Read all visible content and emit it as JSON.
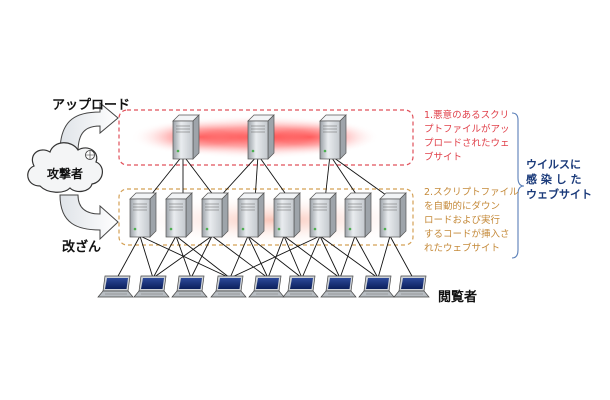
{
  "labels": {
    "upload": "アップロード",
    "tamper": "改ざん",
    "attacker": "攻撃者",
    "viewers": "閲覧者"
  },
  "notes": {
    "top": "1.悪意のあるスクリ\nプトファイルがアッ\nプロードされたウェ\nブサイト",
    "middle": "2.スクリプトファイル\nを自動的にダウン\nロードおよび実行\nするコードが挿入さ\nれたウェブサイト",
    "side": "ウイルスに\n感 染 し た\nウェブサイト"
  },
  "colors": {
    "top_box": "#e0505a",
    "top_glow": "#ff3b3b",
    "middle_box": "#d4a055",
    "middle_glow": "#f7c9b0",
    "side_text": "#1a3a7a"
  },
  "diagram": {
    "top_servers": 3,
    "middle_servers": 8,
    "laptops": 9
  }
}
